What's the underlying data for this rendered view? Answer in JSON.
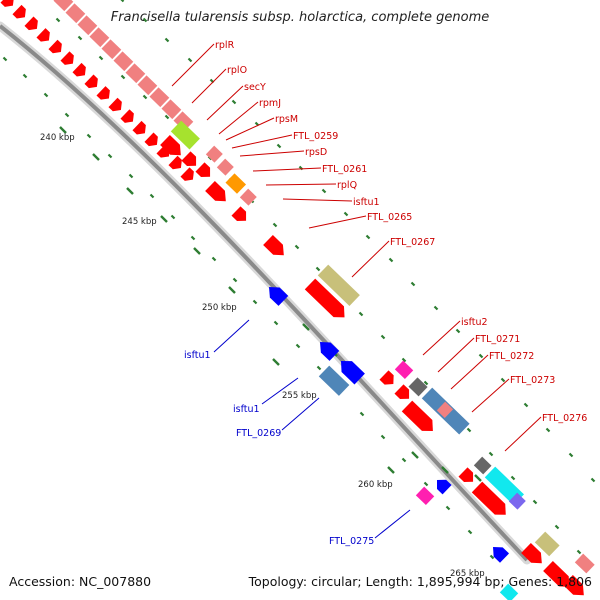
{
  "title": "Francisella tularensis subsp. holarctica, complete genome",
  "accession_text": "Accession: NC_007880",
  "topology_text": "Topology: circular; Length: 1,895,994 bp; Genes: 1,806",
  "kbp_ticks": [
    "240 kbp",
    "245 kbp",
    "250 kbp",
    "255 kbp",
    "260 kbp",
    "265 kbp"
  ],
  "gene_labels_forward": [
    "rplR",
    "rplO",
    "secY",
    "rpmJ",
    "rpsM",
    "FTL_0259",
    "rpsD",
    "FTL_0261",
    "rplQ",
    "isftu1",
    "FTL_0265",
    "FTL_0267",
    "isftu2",
    "FTL_0271",
    "FTL_0272",
    "FTL_0273",
    "FTL_0276"
  ],
  "gene_labels_reverse": [
    "isftu1",
    "isftu1",
    "FTL_0269",
    "FTL_0275"
  ],
  "colors": {
    "backbone": "#8a8a8a",
    "cds": "#ff0000",
    "cds_faded": "#f08080",
    "cds_reverse": "#0000ff",
    "forward_label": "#cc0000",
    "reverse_label": "#0000cc",
    "tick": "#2e7d32",
    "rrna_green": "#a6e22e",
    "orange": "#ff9900",
    "khaki": "#c8c07a",
    "steel_blue": "#4f86b8",
    "magenta": "#ff1fb0",
    "cyan": "#11e8ee",
    "dark_gray": "#666666",
    "purple": "#7b68ee"
  }
}
